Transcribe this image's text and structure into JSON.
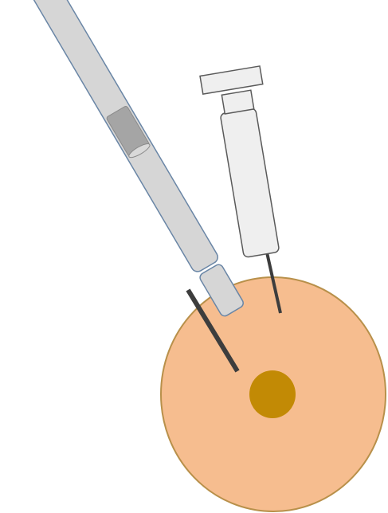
{
  "diagram": {
    "type": "illustration",
    "components": [
      "thermometer-probe",
      "syringe",
      "tissue-disc",
      "target-spot"
    ],
    "colors": {
      "background": "#ffffff",
      "tissue_fill": "#f6bd8f",
      "tissue_edge": "#b8904a",
      "target_spot": "#c28a05",
      "probe_body": "#d6d6d6",
      "probe_edge": "#6a86a6",
      "probe_window": "#a5a5a5",
      "needle": "#3d3d3d",
      "syringe_body": "#efefef",
      "syringe_edge": "#5a5a5a"
    }
  }
}
